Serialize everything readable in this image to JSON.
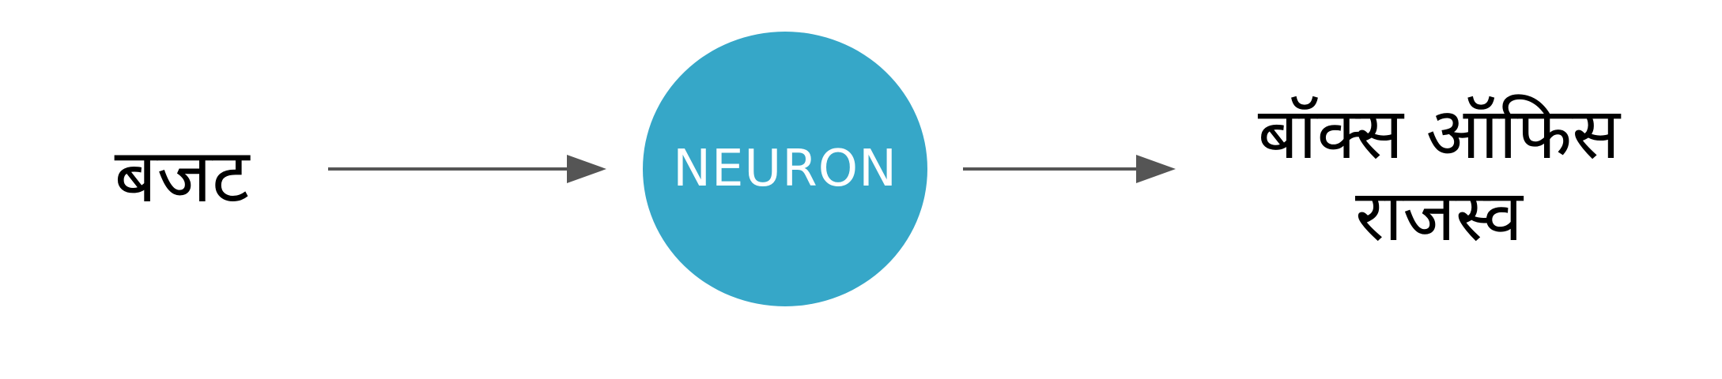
{
  "diagram": {
    "input_label": "बजट",
    "node_label": "NEURON",
    "output_label_line1": "बॉक्स ऑफिस",
    "output_label_line2": "राजस्व"
  },
  "colors": {
    "node_fill": "#36a7c8",
    "node_text": "#ffffff",
    "arrow": "#555555",
    "text": "#000000",
    "background": "#ffffff"
  }
}
